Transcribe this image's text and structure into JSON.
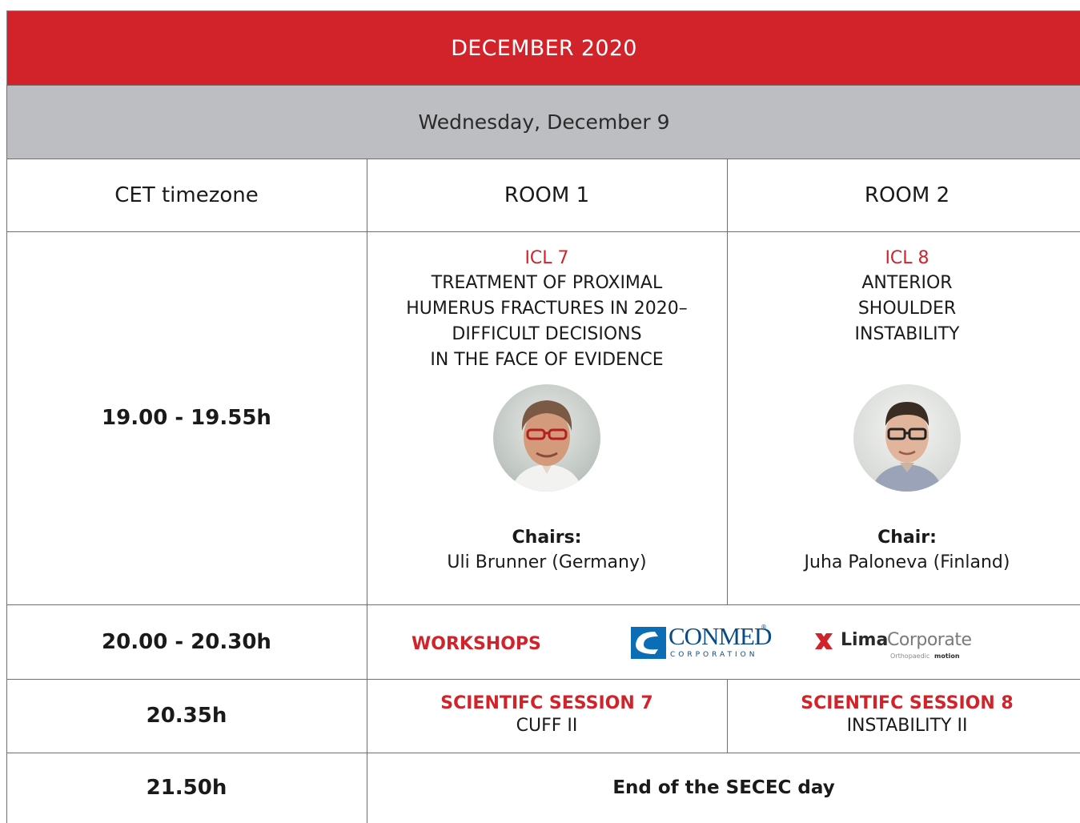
{
  "header": {
    "month": "DECEMBER 2020",
    "day": "Wednesday, December 9"
  },
  "columns": {
    "time": "CET timezone",
    "room1": "ROOM 1",
    "room2": "ROOM 2"
  },
  "session1": {
    "time": "19.00 - 19.55h",
    "room1": {
      "code": "ICL 7",
      "title_lines": [
        "TREATMENT OF PROXIMAL",
        "HUMERUS FRACTURES IN 2020–",
        "DIFFICULT DECISIONS",
        "IN THE FACE OF EVIDENCE"
      ],
      "chair_label": "Chairs:",
      "chair_name": "Uli Brunner (Germany)"
    },
    "room2": {
      "code": "ICL 8",
      "title_lines": [
        "ANTERIOR",
        "SHOULDER",
        "INSTABILITY"
      ],
      "chair_label": "Chair:",
      "chair_name": "Juha Paloneva (Finland)"
    }
  },
  "session2": {
    "time": "20.00 - 20.30h",
    "label": "WORKSHOPS",
    "sponsor1": {
      "name": "CONMED",
      "sub": "CORPORATION",
      "mark": "®"
    },
    "sponsor2": {
      "name_bold": "Lima",
      "name_light": "Corporate",
      "tag_a": "Orthopaedic",
      "tag_b": "motion"
    }
  },
  "session3": {
    "time": "20.35h",
    "room1": {
      "code": "SCIENTIFC SESSION 7",
      "title": "CUFF II"
    },
    "room2": {
      "code": "SCIENTIFC SESSION 8",
      "title": "INSTABILITY II"
    }
  },
  "session4": {
    "time": "21.50h",
    "note": "End of the SECEC day"
  },
  "colors": {
    "accent_red": "#d2232b",
    "day_band_gray": "#bdbec1",
    "conmed_blue": "#0a6db5"
  }
}
